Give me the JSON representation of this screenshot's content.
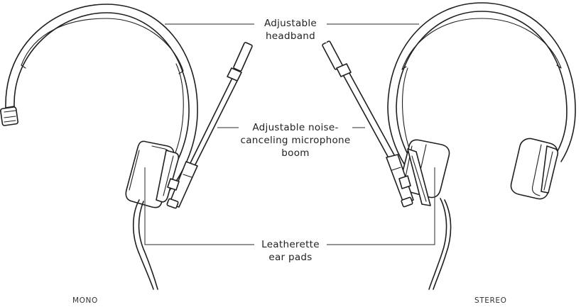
{
  "callouts": {
    "headband": {
      "line1": "Adjustable",
      "line2": "headband"
    },
    "boom": {
      "line1": "Adjustable noise-",
      "line2": "canceling microphone",
      "line3": "boom"
    },
    "earpads": {
      "line1": "Leatherette",
      "line2": "ear pads"
    }
  },
  "captions": {
    "mono": "MONO",
    "stereo": "STEREO"
  },
  "colors": {
    "line": "#1f1f1f",
    "background": "#ffffff"
  }
}
